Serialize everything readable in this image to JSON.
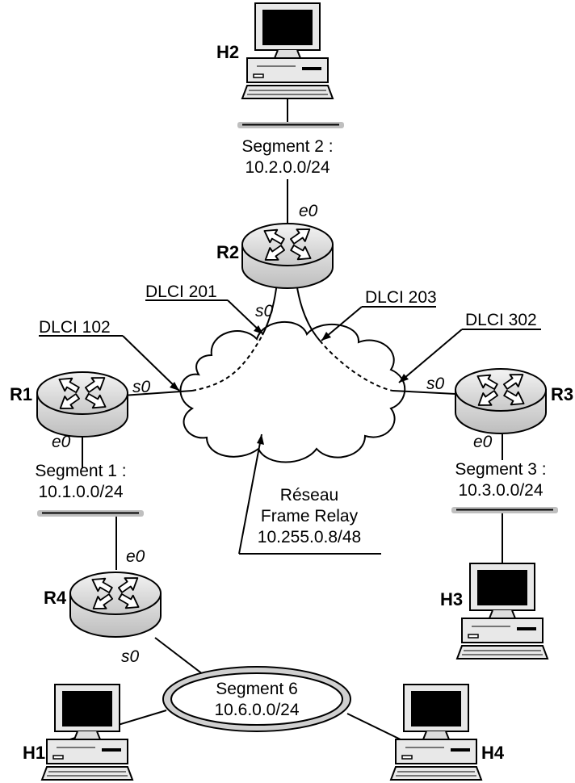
{
  "hosts": {
    "h1": "H1",
    "h2": "H2",
    "h3": "H3",
    "h4": "H4"
  },
  "routers": {
    "r1": "R1",
    "r2": "R2",
    "r3": "R3",
    "r4": "R4"
  },
  "interfaces": {
    "r1_s0": "s0",
    "r1_e0": "e0",
    "r2_s0": "s0",
    "r2_e0": "e0",
    "r3_s0": "s0",
    "r3_e0": "e0",
    "r4_e0": "e0",
    "r4_s0": "s0"
  },
  "dlci": {
    "d102": "DLCI 102",
    "d201": "DLCI 201",
    "d203": "DLCI 203",
    "d302": "DLCI 302"
  },
  "segments": {
    "seg1_name": "Segment 1 :",
    "seg1_net": "10.1.0.0/24",
    "seg2_name": "Segment 2 :",
    "seg2_net": "10.2.0.0/24",
    "seg3_name": "Segment 3 :",
    "seg3_net": "10.3.0.0/24",
    "seg6_name": "Segment 6",
    "seg6_net": "10.6.0.0/24"
  },
  "cloud": {
    "line1": "Réseau",
    "line2": "Frame Relay",
    "line3": "10.255.0.8/48"
  }
}
